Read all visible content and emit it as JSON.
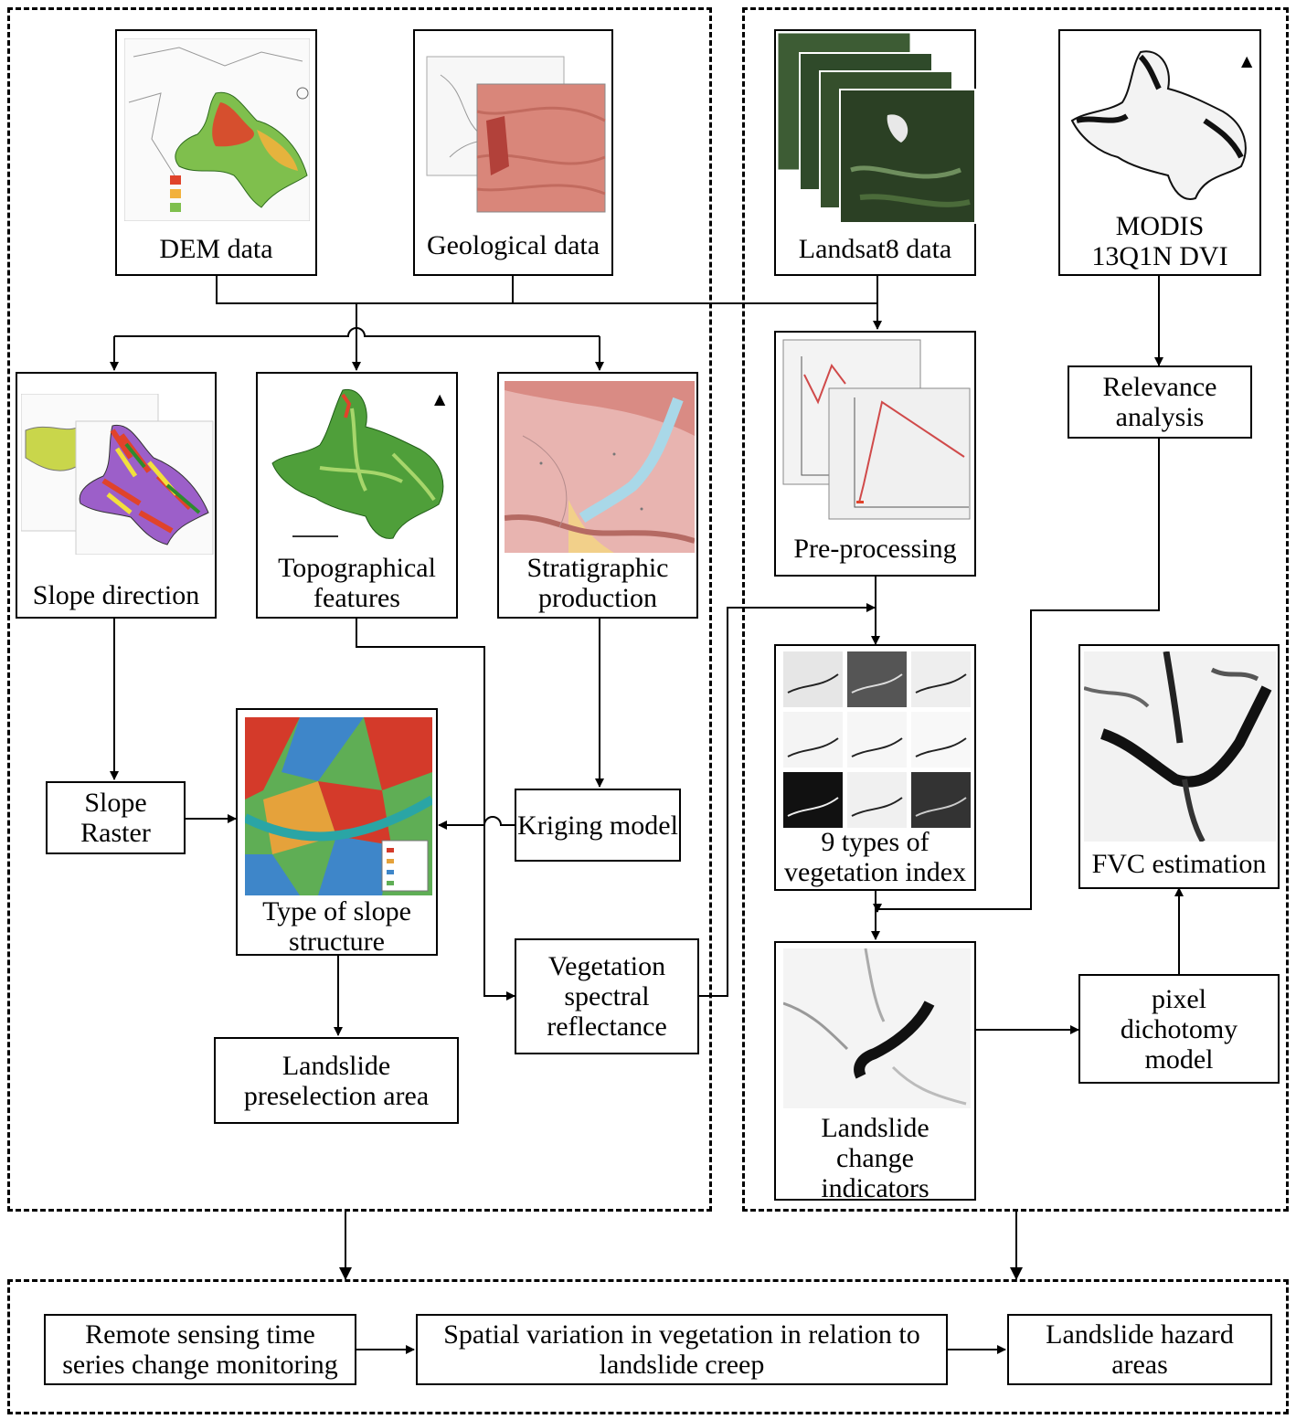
{
  "nodes": {
    "dem": "DEM data",
    "geo": "Geological data",
    "landsat": "Landsat8 data",
    "modis": "MODIS 13Q1N DVI",
    "slope_dir": "Slope direction",
    "topo": "Topographical features",
    "strat": "Stratigraphic production",
    "preproc": "Pre-processing",
    "relevance": "Relevance analysis",
    "vi9": "9 types of vegetation index",
    "fvc": "FVC estimation",
    "slope_raster": "Slope Raster",
    "slope_type": "Type of slope structure",
    "kriging": "Kriging model",
    "veg_spec": "Vegetation spectral reflectance",
    "lcind": "Landslide change indicators",
    "pixel": "pixel dichotomy model",
    "preselect": "Landslide preselection area",
    "rs_ts": "Remote sensing time series change monitoring",
    "spatial": "Spatial variation in vegetation in relation to landslide creep",
    "hazard": "Landslide hazard areas"
  },
  "colors": {
    "line": "#000000",
    "terrain_low": "#2e8b2e",
    "terrain_mid": "#8fc63f",
    "terrain_high": "#e0432b",
    "geology": "#d9867a",
    "strat_base": "#e8b4b0",
    "river": "#a9d8e8",
    "satellite": "#2f4a2a"
  }
}
